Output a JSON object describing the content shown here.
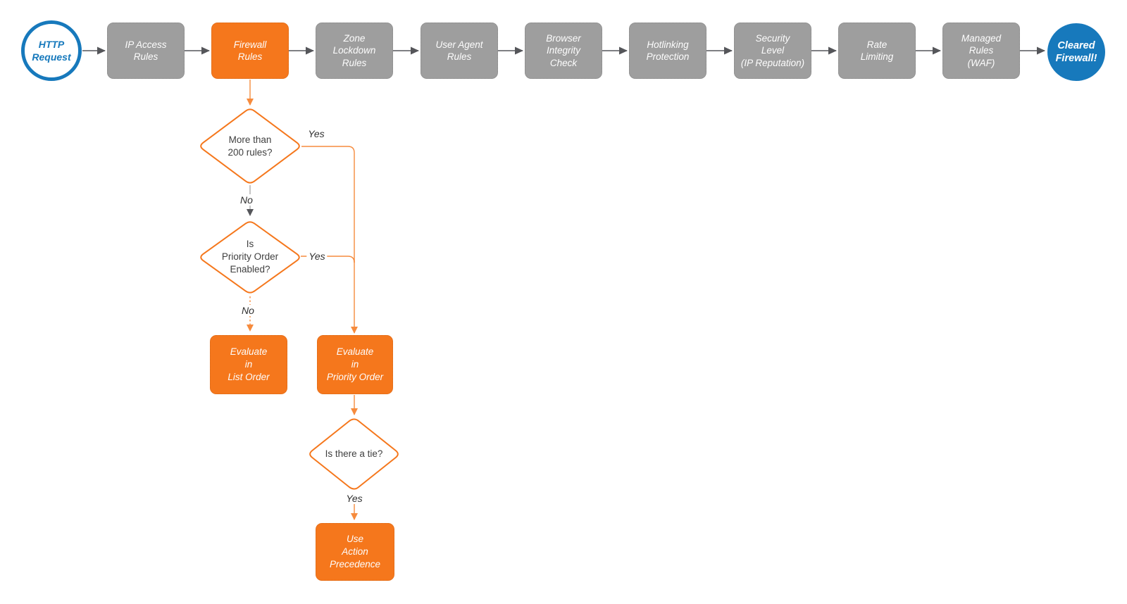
{
  "diagram": {
    "type": "flowchart",
    "start": {
      "label": "HTTP\nRequest"
    },
    "pipeline": [
      {
        "label": "IP Access\nRules",
        "highlighted": false
      },
      {
        "label": "Firewall\nRules",
        "highlighted": true
      },
      {
        "label": "Zone\nLockdown\nRules",
        "highlighted": false
      },
      {
        "label": "User Agent\nRules",
        "highlighted": false
      },
      {
        "label": "Browser\nIntegrity\nCheck",
        "highlighted": false
      },
      {
        "label": "Hotlinking\nProtection",
        "highlighted": false
      },
      {
        "label": "Security\nLevel\n(IP Reputation)",
        "highlighted": false
      },
      {
        "label": "Rate\nLimiting",
        "highlighted": false
      },
      {
        "label": "Managed\nRules\n(WAF)",
        "highlighted": false
      }
    ],
    "end": {
      "label": "Cleared\nFirewall!"
    },
    "decisions": [
      {
        "label": "More than\n200 rules?"
      },
      {
        "label": "Is\nPriority Order\nEnabled?"
      },
      {
        "label": "Is there a tie?"
      }
    ],
    "actions": [
      {
        "label": "Evaluate\nin\nList Order"
      },
      {
        "label": "Evaluate\nin\nPriority Order"
      },
      {
        "label": "Use\nAction\nPrecedence"
      }
    ],
    "edge_labels": [
      {
        "text": "Yes"
      },
      {
        "text": "No"
      },
      {
        "text": "Yes"
      },
      {
        "text": "No"
      },
      {
        "text": "Yes"
      }
    ],
    "colors": {
      "orange": "#F5771C",
      "gray": "#9E9E9E",
      "blue": "#1779BC",
      "arrow": "#55565A",
      "text_light": "#FDFDFD",
      "text_dark": "#3F3F3F"
    }
  }
}
